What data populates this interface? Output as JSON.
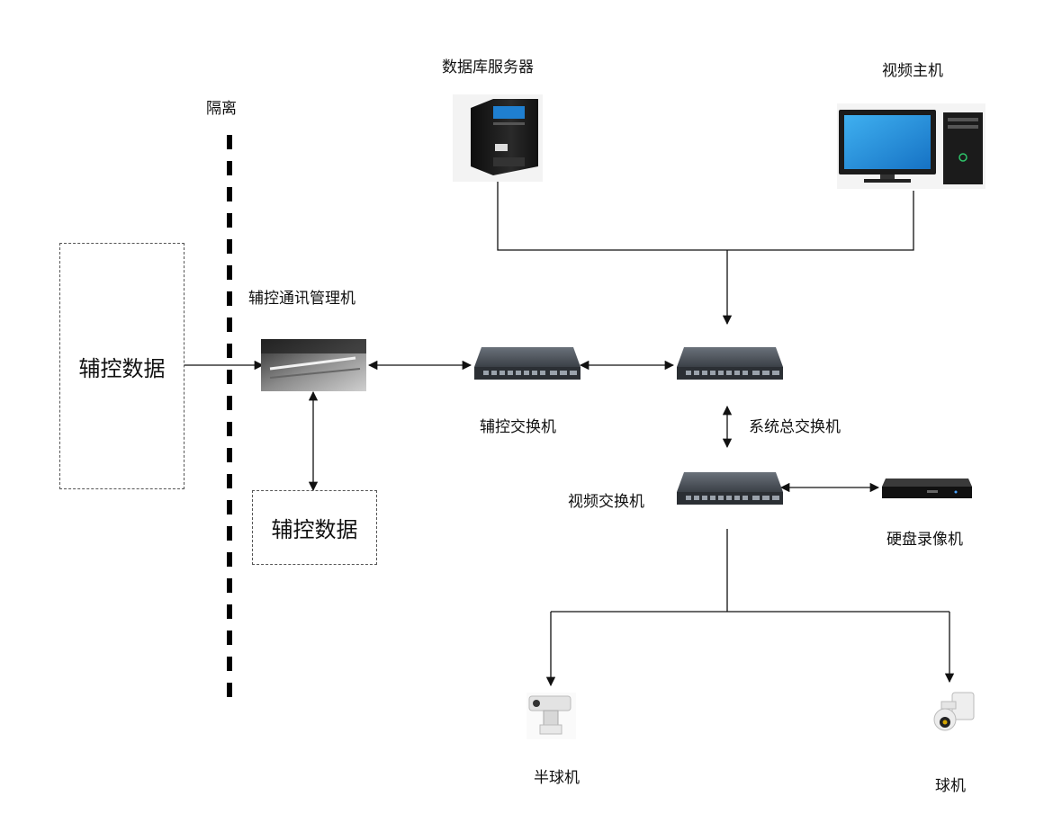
{
  "labels": {
    "isolation": "隔离",
    "db_server": "数据库服务器",
    "video_host": "视频主机",
    "comm_manager": "辅控通讯管理机",
    "aux_switch": "辅控交换机",
    "main_switch": "系统总交换机",
    "video_switch": "视频交换机",
    "nvr": "硬盘录像机",
    "dome_half": "半球机",
    "dome": "球机",
    "aux_data_left": "辅控数据",
    "aux_data_bottom": "辅控数据"
  },
  "colors": {
    "line": "#111111",
    "switch_body": "#3e434a",
    "screen_blue": "#1f8fdc",
    "tower": "#1c1c1c"
  },
  "icons": {
    "db_server": "tower-server-icon",
    "video_host": "desktop-pc-icon",
    "comm_manager": "comm-manager-device-icon",
    "switches": "network-switch-icon",
    "nvr": "nvr-recorder-icon",
    "dome_half": "ptz-camera-icon",
    "dome": "dome-camera-icon"
  }
}
